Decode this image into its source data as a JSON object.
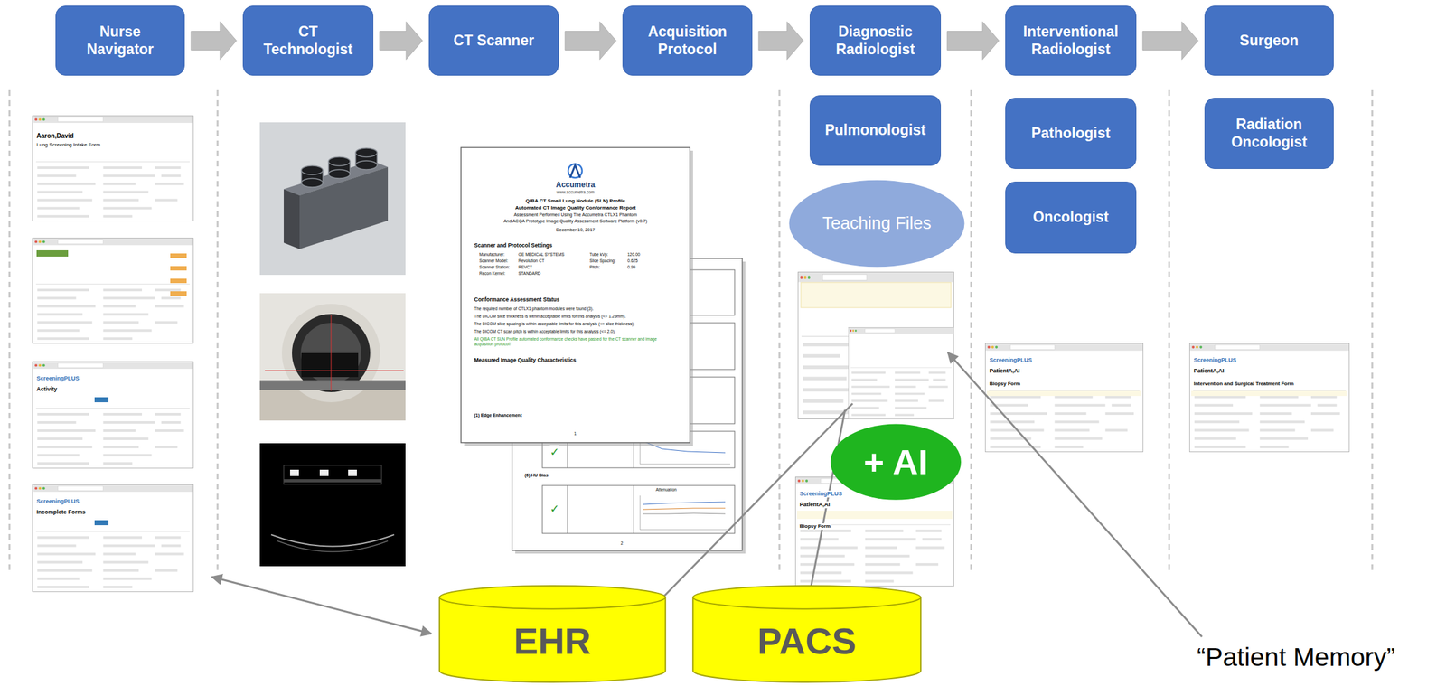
{
  "diagram": {
    "nodes": [
      {
        "text": [
          "Nurse Navigator"
        ]
      },
      {
        "text": [
          "CT Technologist"
        ]
      },
      {
        "text": [
          "CT Scanner"
        ]
      },
      {
        "text": [
          "Acquisition Protocol"
        ]
      },
      {
        "text": [
          "Diagnostic Radiologist"
        ]
      },
      {
        "text": [
          "Interventional Radiologist"
        ]
      },
      {
        "text": [
          "Surgeon"
        ]
      },
      {
        "text": [
          "Pulmonologist"
        ]
      },
      {
        "text": [
          "Pathologist"
        ]
      },
      {
        "text": [
          "Radiation Oncologist"
        ]
      },
      {
        "text": [
          "Teaching Files"
        ]
      },
      {
        "text": [
          "Oncologist"
        ]
      },
      {
        "text": [
          "+ AI"
        ]
      },
      {
        "text": [
          "EHR"
        ]
      },
      {
        "text": [
          "PACS"
        ]
      }
    ],
    "edges": [
      {
        "from": 0,
        "to": 1,
        "arrow": "to"
      },
      {
        "from": 1,
        "to": 2,
        "arrow": "to"
      },
      {
        "from": 2,
        "to": 3,
        "arrow": "to"
      },
      {
        "from": 3,
        "to": 4,
        "arrow": "to"
      },
      {
        "from": 4,
        "to": 5,
        "arrow": "to"
      },
      {
        "from": 5,
        "to": 6,
        "arrow": "to"
      }
    ],
    "labels": [
      "Accumetra",
      "www.accumetra.com",
      "QIBA CT Small Lung Nodule (SLN) Profile",
      "Automated CT Image Quality Conformance Report",
      "Assessment Performed Using The Accumetra CTLX1 Phantom",
      "And ACQA Prototype Image Quality Assessment Software Platform (v0.7)",
      "December 10, 2017",
      "Scanner and Protocol Settings",
      "Manufacturer:",
      "GE MEDICAL SYSTEMS",
      "Scanner Model:",
      "Revolution CT",
      "Scanner Station:",
      "REVCT",
      "Recon Kernel:",
      "STANDARD",
      "Tube kVp:",
      "120.00",
      "Slice Spacing:",
      "0.625",
      "Pitch:",
      "0.99",
      "Conformance Assessment Status",
      "The required number of CTLX1 phantom modules were found (3).",
      "The DICOM slice thickness is within acceptable limits for this analysis (<= 1.25mm).",
      "The DICOM slice spacing is within acceptable limits for this analysis (<= slice thickness).",
      "The DICOM CT scan pitch is within acceptable limits for this analysis (<= 2.0).",
      "All QIBA CT SLN Profile automated conformance checks have passed for the CT scanner and image acquisition protocol!",
      "Measured Image Quality Characteristics",
      "(1) Edge Enhancement",
      "1",
      "(6) HU Bias",
      "✓",
      "✓",
      "Attenuation",
      "2",
      "Aaron,David",
      "Lung Screening Intake Form",
      "ScreeningPLUS",
      "Activity",
      "ScreeningPLUS",
      "Incomplete Forms",
      "ScreeningPLUS",
      "PatientA,AI",
      "Biopsy Form",
      "ScreeningPLUS",
      "PatientA,AI",
      "Biopsy Form",
      "ScreeningPLUS",
      "PatientA,AI",
      "Intervention and Surgical Treatment Form",
      "“Patient Memory”"
    ]
  }
}
